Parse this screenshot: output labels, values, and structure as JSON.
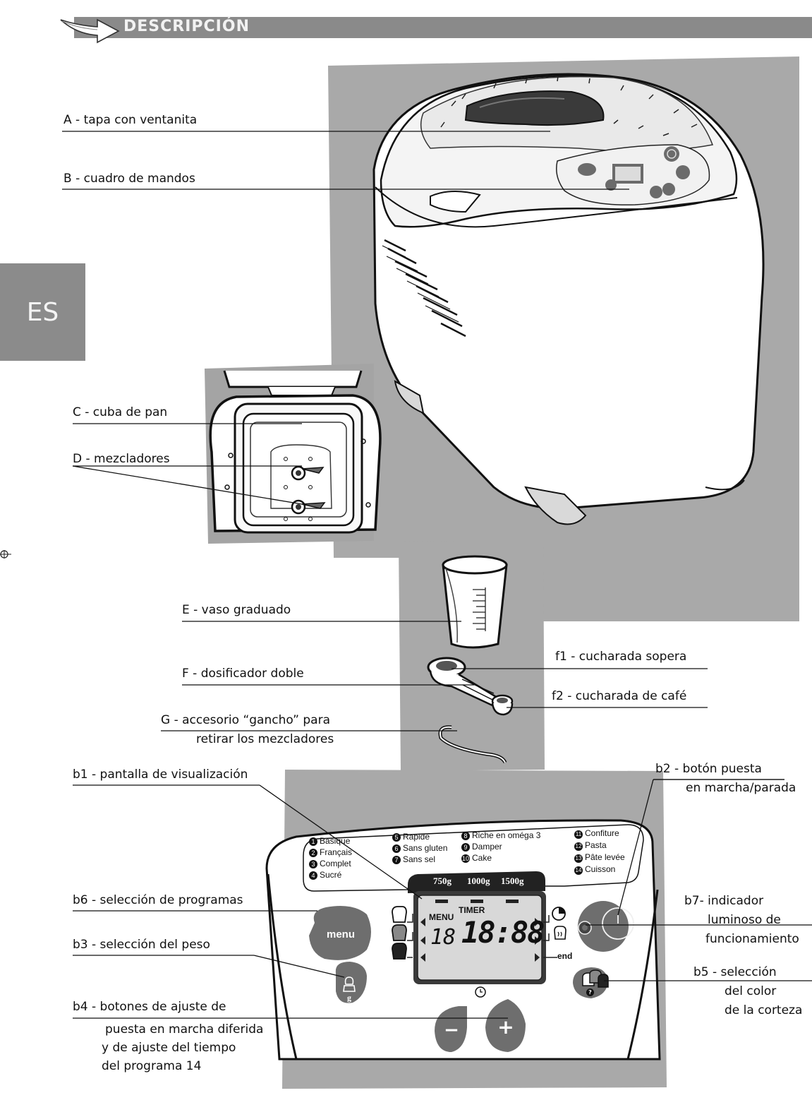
{
  "header": {
    "title": "DESCRIPCIÓN"
  },
  "language_tab": "ES",
  "labels": {
    "A": "A - tapa con ventanita",
    "B": "B - cuadro de mandos",
    "C": "C - cuba de pan",
    "D": "D - mezcladores",
    "E": "E - vaso graduado",
    "F": "F - dosificador doble",
    "f1": "f1 - cucharada sopera",
    "f2": "f2 - cucharada de café",
    "G1": "G - accesorio “gancho” para",
    "G2": "retirar los mezcladores",
    "b1": "b1 - pantalla de visualización",
    "b2a": "b2 - botón puesta",
    "b2b": "en marcha/parada",
    "b6": "b6 - selección de programas",
    "b7a": "b7- indicador",
    "b7b": "luminoso de",
    "b7c": "funcionamiento",
    "b3": "b3 - selección del peso",
    "b5a": "b5 - selección",
    "b5b": "del color",
    "b5c": "de la corteza",
    "b4a": "b4 - botones de ajuste de",
    "b4b": "puesta en marcha diferida",
    "b4c": "y de ajuste del tiempo",
    "b4d": "del programa 14"
  },
  "control_panel": {
    "programs": [
      {
        "num": "1",
        "name": "Basique"
      },
      {
        "num": "2",
        "name": "Français"
      },
      {
        "num": "3",
        "name": "Complet"
      },
      {
        "num": "4",
        "name": "Sucré"
      },
      {
        "num": "5",
        "name": "Rapide"
      },
      {
        "num": "6",
        "name": "Sans gluten"
      },
      {
        "num": "7",
        "name": "Sans sel"
      },
      {
        "num": "8",
        "name": "Riche en oméga 3"
      },
      {
        "num": "9",
        "name": "Damper"
      },
      {
        "num": "10",
        "name": "Cake"
      },
      {
        "num": "11",
        "name": "Confiture"
      },
      {
        "num": "12",
        "name": "Pasta"
      },
      {
        "num": "13",
        "name": "Pâte levée"
      },
      {
        "num": "14",
        "name": "Cuisson"
      }
    ],
    "weights": [
      "750g",
      "1000g",
      "1500g"
    ],
    "display": {
      "menu": "MENU",
      "timer": "TIMER",
      "program_digits": "18",
      "time_digits": "18:88",
      "end": "end"
    },
    "menu_button": "menu",
    "weight_button": "g",
    "minus": "−",
    "plus": "+",
    "crust_button": "?"
  },
  "colors": {
    "header_bar": "#8a8a8a",
    "panel_bg": "#bdbdbd",
    "button_dark": "#6e6e6e"
  }
}
